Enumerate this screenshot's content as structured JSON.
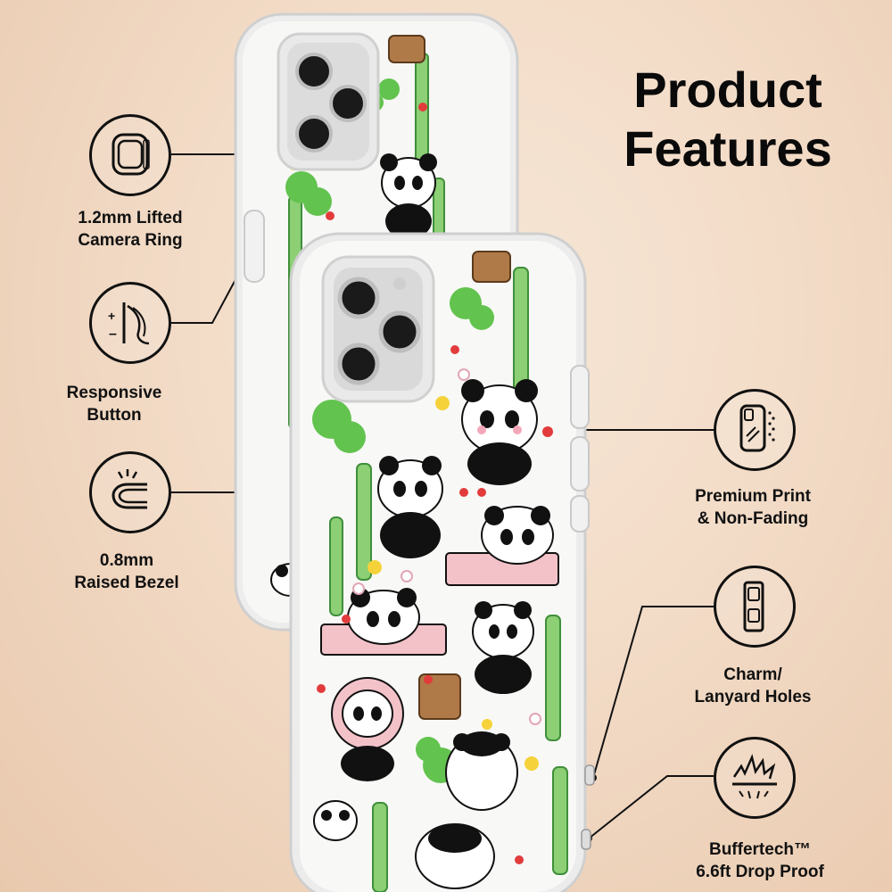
{
  "headline": {
    "line1": "Product",
    "line2": "Features"
  },
  "features": [
    {
      "line1": "1.2mm Lifted",
      "line2": "Camera Ring",
      "icon": "camera-ring-icon"
    },
    {
      "line1": "Responsive",
      "line2": "Button",
      "icon": "button-icon"
    },
    {
      "line1": "0.8mm",
      "line2": "Raised Bezel",
      "icon": "bezel-icon"
    },
    {
      "line1": "Premium Print",
      "line2": "& Non-Fading",
      "icon": "print-icon"
    },
    {
      "line1": "Charm/",
      "line2": "Lanyard Holes",
      "icon": "lanyard-icon"
    },
    {
      "line1": "Buffertech™",
      "line2": "6.6ft Drop Proof",
      "icon": "drop-proof-icon"
    }
  ],
  "colors": {
    "ink": "#111111",
    "panda_bg": "#f7f7f5",
    "bamboo": "#7cc86a",
    "blush": "#f4a7b9",
    "flower": "#f5d23a"
  }
}
